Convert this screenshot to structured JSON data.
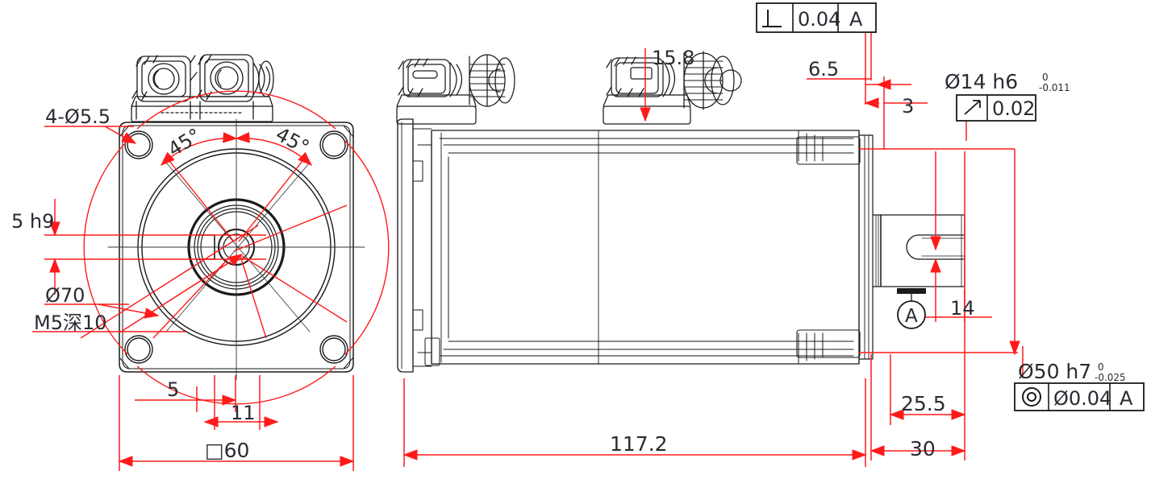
{
  "drawing": {
    "title": "Servo motor dimensional drawing",
    "units": "mm",
    "colors": {
      "outline": "#1a1a1a",
      "dimension": "#ff1a1a",
      "text": "#2b2b33",
      "background": "#ffffff"
    }
  },
  "front_view": {
    "name": "front-view",
    "callouts": {
      "bolt_holes": "4-Ø5.5",
      "keyway_width": "5 h9",
      "pilot_diameter": "Ø70",
      "tapped_hole": "M5深10",
      "angle_left": "45°",
      "angle_right": "45°"
    },
    "dimensions": {
      "keyway_offset": "5",
      "keyway_span": "11",
      "flange_square": "□60"
    }
  },
  "side_view": {
    "name": "side-view",
    "dimensions": {
      "connector_height": "15.8",
      "overall_length": "117.2",
      "flange_thickness": "6.5",
      "step": "3",
      "shaft_flat_length": "14",
      "shaft_usable": "25.5",
      "shaft_length": "30"
    }
  },
  "gdt": {
    "perpendicularity": {
      "symbol": "perpendicularity-icon",
      "tolerance": "0.04",
      "datum": "A"
    },
    "runout": {
      "symbol": "circular-runout-icon",
      "tolerance": "0.02"
    },
    "concentricity": {
      "symbol": "concentricity-icon",
      "tolerance": "Ø0.04",
      "datum": "A"
    },
    "datum_feature": "A"
  },
  "shaft_specs": {
    "shaft_diameter": "Ø14 h6",
    "shaft_tol_upper": "0",
    "shaft_tol_lower": "-0.011",
    "pilot_diameter": "Ø50 h7",
    "pilot_tol_upper": "0",
    "pilot_tol_lower": "-0.025"
  }
}
